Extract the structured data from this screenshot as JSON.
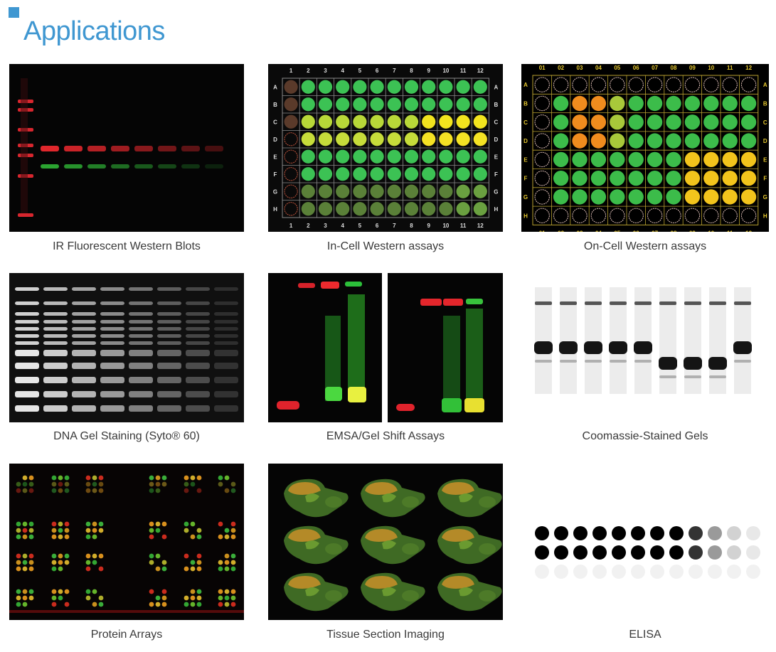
{
  "header": {
    "title": "Applications"
  },
  "colors": {
    "accent": "#3f97d1",
    "caption": "#3a3a3a"
  },
  "applications": [
    {
      "caption": "IR Fluorescent Western Blots"
    },
    {
      "caption": "In-Cell Western assays"
    },
    {
      "caption": "On-Cell Western assays"
    },
    {
      "caption": "DNA Gel Staining (Syto® 60)"
    },
    {
      "caption": "EMSA/Gel Shift Assays"
    },
    {
      "caption": "Coomassie-Stained Gels"
    },
    {
      "caption": "Protein Arrays"
    },
    {
      "caption": "Tissue Section Imaging"
    },
    {
      "caption": "ELISA"
    }
  ],
  "plates": {
    "in_cell": {
      "cols": [
        "1",
        "2",
        "3",
        "4",
        "5",
        "6",
        "7",
        "8",
        "9",
        "10",
        "11",
        "12"
      ],
      "rows": [
        "A",
        "B",
        "C",
        "D",
        "E",
        "F",
        "G",
        "H"
      ]
    },
    "on_cell": {
      "cols": [
        "01",
        "02",
        "03",
        "04",
        "05",
        "06",
        "07",
        "08",
        "09",
        "10",
        "11",
        "12"
      ],
      "rows": [
        "A",
        "B",
        "C",
        "D",
        "E",
        "F",
        "G",
        "H"
      ]
    }
  }
}
